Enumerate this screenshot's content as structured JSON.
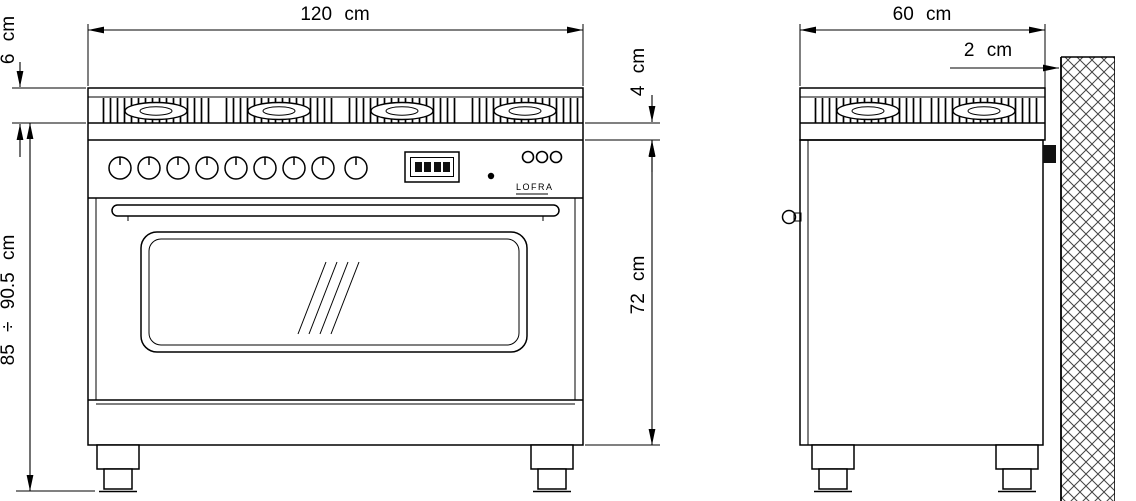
{
  "front": {
    "width": "120 cm",
    "upstand": "6 cm",
    "edge": "4 cm",
    "height": "85 ÷ 90.5 cm",
    "oven": "72 cm",
    "brand": "LOFRA"
  },
  "side": {
    "depth": "60 cm",
    "gap": "2 cm"
  },
  "colors": {
    "line": "#000000",
    "background": "#ffffff",
    "wall_hatch": "#444444"
  }
}
